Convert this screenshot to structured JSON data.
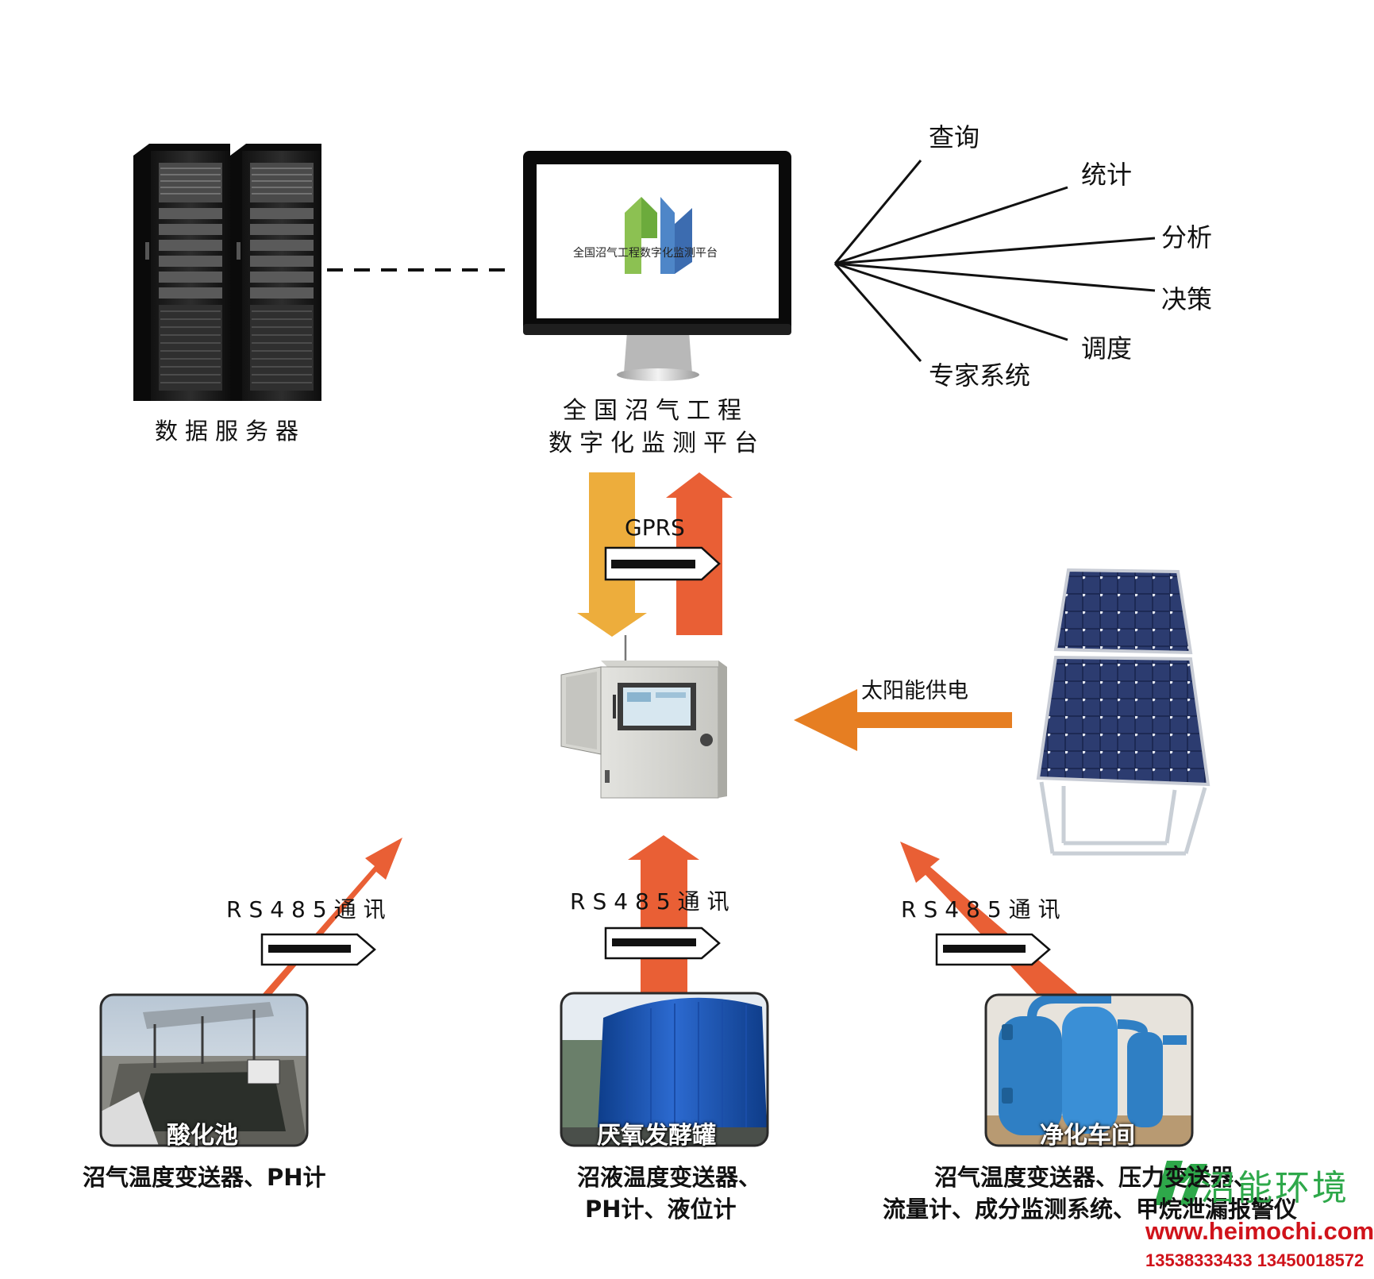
{
  "server": {
    "label": "数据服务器"
  },
  "monitor": {
    "screen_text": "全国沼气工程数字化监测平台",
    "caption_line1": "全国沼气工程",
    "caption_line2": "数字化监测平台"
  },
  "functions": [
    "查询",
    "统计",
    "分析",
    "决策",
    "调度",
    "专家系统"
  ],
  "links": {
    "gprs": "GPRS",
    "solar": "太阳能供电",
    "rs485_left": "RS485通讯",
    "rs485_center": "RS485通讯",
    "rs485_right": "RS485通讯"
  },
  "sites": [
    {
      "name": "酸化池",
      "caption_lines": [
        "沼气温度变送器、PH计"
      ]
    },
    {
      "name": "厌氧发酵罐",
      "caption_lines": [
        "沼液温度变送器、",
        "PH计、液位计"
      ]
    },
    {
      "name": "净化车间",
      "caption_lines": [
        "沼气温度变送器、压力变送器、",
        "流量计、成分监测系统、甲烷泄漏报警仪"
      ]
    }
  ],
  "watermark": {
    "brand": "沼能环境",
    "url": "www.heimochi.com",
    "phones": "13538333433  13450018572"
  },
  "colors": {
    "orange": "#e95f35",
    "yellow": "#edad3c",
    "solar_arrow": "#e67e22",
    "brand_green": "#2ea84a",
    "watermark_red": "#d0131b"
  }
}
